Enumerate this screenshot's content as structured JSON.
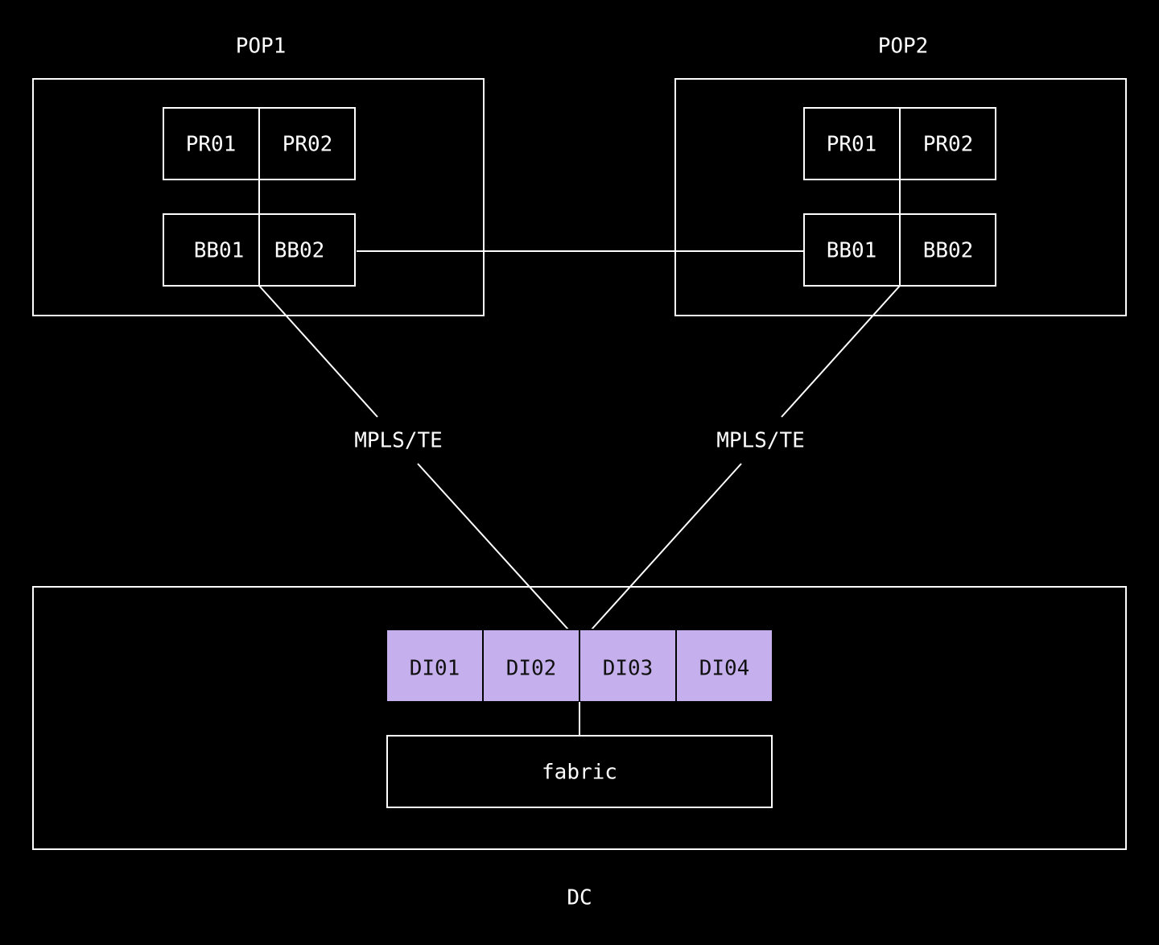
{
  "colors": {
    "background": "#000000",
    "line": "#ffffff",
    "di_fill": "#c5b0ed"
  },
  "pop1": {
    "title": "POP1",
    "pr01": "PR01",
    "pr02": "PR02",
    "bb01": "BB01",
    "bb02": "BB02"
  },
  "pop2": {
    "title": "POP2",
    "pr01": "PR01",
    "pr02": "PR02",
    "bb01": "BB01",
    "bb02": "BB02"
  },
  "links": {
    "left_label": "MPLS/TE",
    "right_label": "MPLS/TE"
  },
  "dc": {
    "title": "DC",
    "di01": "DI01",
    "di02": "DI02",
    "di03": "DI03",
    "di04": "DI04",
    "fabric": "fabric"
  }
}
